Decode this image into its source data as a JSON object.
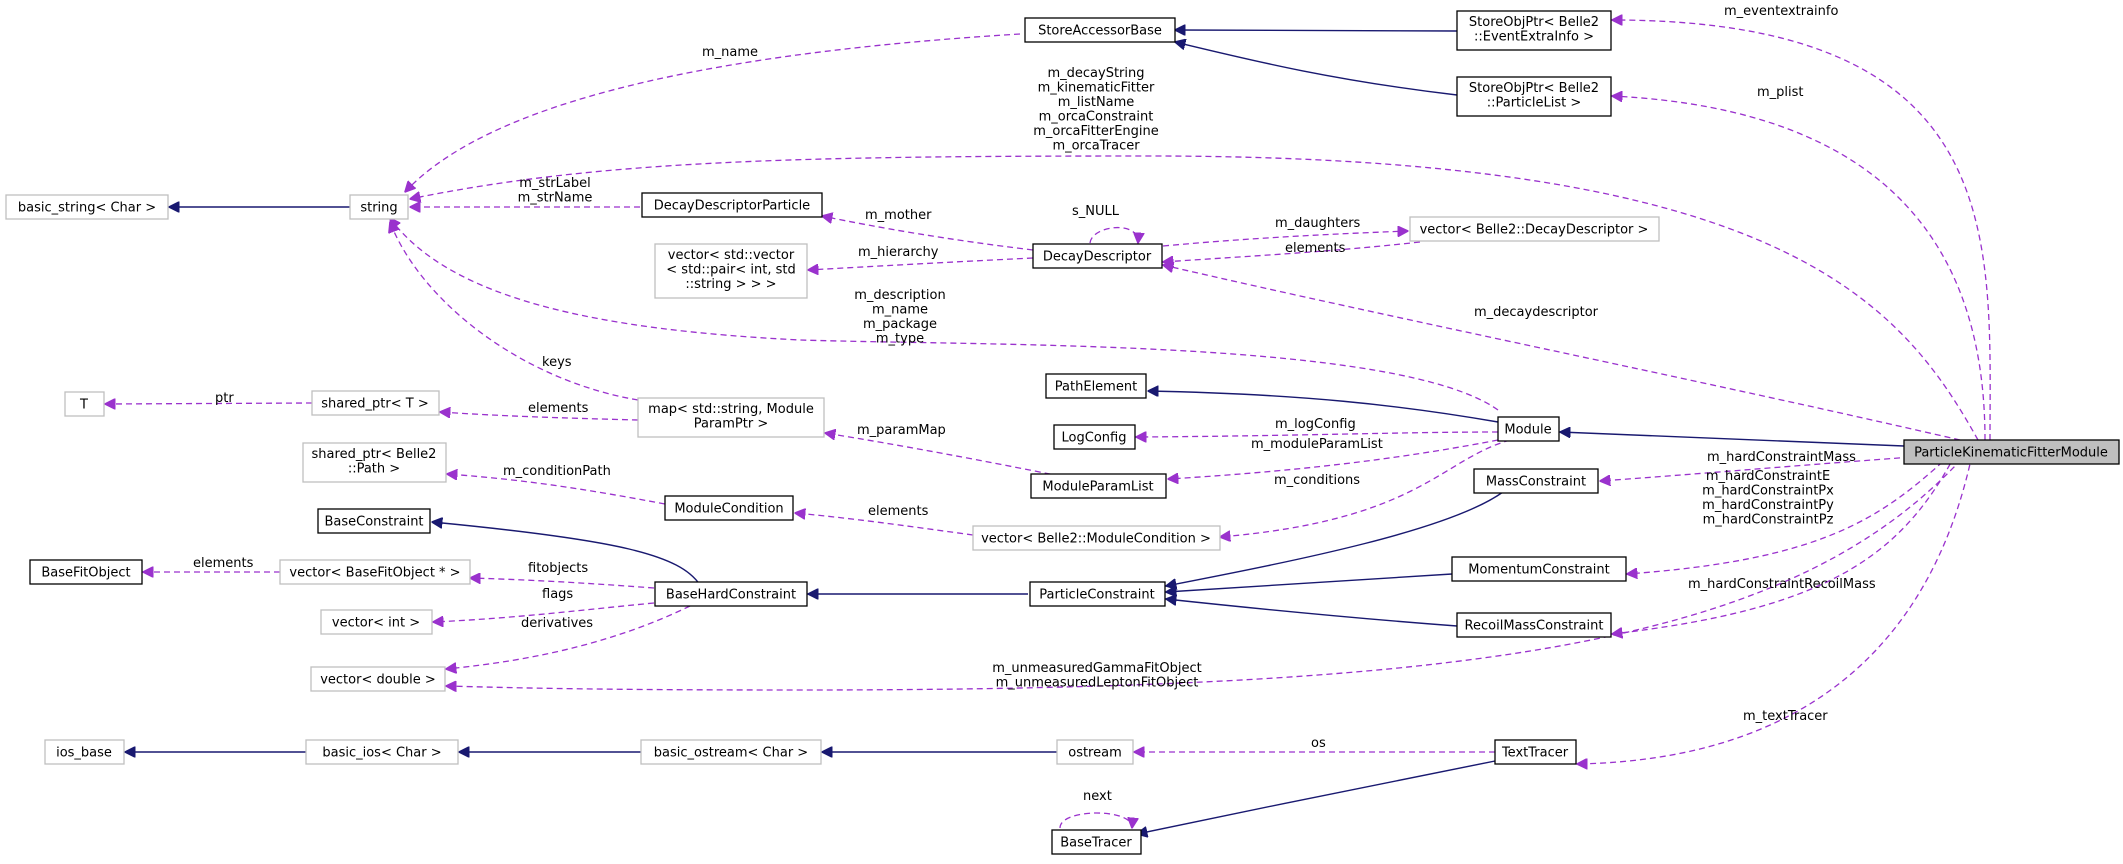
{
  "diagram": {
    "nodes": {
      "store_accessor_base": "StoreAccessorBase",
      "storeobjptr_eventextrainfo": [
        "StoreObjPtr< Belle2",
        "::EventExtraInfo >"
      ],
      "storeobjptr_particlelist": [
        "StoreObjPtr< Belle2",
        "::ParticleList >"
      ],
      "basic_string_char": "basic_string< Char >",
      "string": "string",
      "decay_descriptor_particle": "DecayDescriptorParticle",
      "vector_vector_pair": [
        "vector< std::vector",
        "< std::pair< int, std",
        "::string > > >"
      ],
      "decay_descriptor": "DecayDescriptor",
      "vector_decaydescriptor": "vector< Belle2::DecayDescriptor >",
      "t": "T",
      "shared_ptr_t": "shared_ptr< T >",
      "map_string_moduleparamptr": [
        "map< std::string, Module",
        "ParamPtr >"
      ],
      "path_element": "PathElement",
      "log_config": "LogConfig",
      "module": "Module",
      "module_param_list": "ModuleParamList",
      "shared_ptr_path": [
        "shared_ptr< Belle2",
        "::Path >"
      ],
      "module_condition": "ModuleCondition",
      "vector_modulecondition": "vector< Belle2::ModuleCondition >",
      "base_constraint": "BaseConstraint",
      "base_fit_object": "BaseFitObject",
      "vector_basefitobject": "vector< BaseFitObject * >",
      "base_hard_constraint": "BaseHardConstraint",
      "vector_int": "vector< int >",
      "vector_double": "vector< double >",
      "particle_constraint": "ParticleConstraint",
      "mass_constraint": "MassConstraint",
      "momentum_constraint": "MomentumConstraint",
      "recoil_mass_constraint": "RecoilMassConstraint",
      "particle_kinematic_fitter_module": "ParticleKinematicFitterModule",
      "ios_base": "ios_base",
      "basic_ios_char": "basic_ios< Char >",
      "basic_ostream_char": "basic_ostream< Char >",
      "ostream": "ostream",
      "text_tracer": "TextTracer",
      "base_tracer": "BaseTracer"
    },
    "edge_labels": {
      "m_eventextrainfo": "m_eventextrainfo",
      "m_plist": "m_plist",
      "m_name_string": "m_name",
      "fitter_members": [
        "m_decayString",
        "m_kinematicFitter",
        "m_listName",
        "m_orcaConstraint",
        "m_orcaFitterEngine",
        "m_orcaTracer"
      ],
      "str_members": [
        "m_strLabel",
        "m_strName"
      ],
      "m_mother": "m_mother",
      "s_null": "s_NULL",
      "m_daughters": "m_daughters",
      "elements_decay": "elements",
      "m_hierarchy": "m_hierarchy",
      "module_members": [
        "m_description",
        "m_name",
        "m_package",
        "m_type"
      ],
      "m_decaydescriptor": "m_decaydescriptor",
      "keys": "keys",
      "ptr": "ptr",
      "elements_map": "elements",
      "m_paramMap": "m_paramMap",
      "m_logConfig": "m_logConfig",
      "m_moduleParamList": "m_moduleParamList",
      "m_conditions": "m_conditions",
      "m_hardConstraintMass": "m_hardConstraintMass",
      "momentum_members": [
        "m_hardConstraintE",
        "m_hardConstraintPx",
        "m_hardConstraintPy",
        "m_hardConstraintPz"
      ],
      "m_hardConstraintRecoilMass": "m_hardConstraintRecoilMass",
      "m_conditionPath": "m_conditionPath",
      "elements_cond": "elements",
      "elements_fit": "elements",
      "fitobjects": "fitobjects",
      "flags": "flags",
      "derivatives": "derivatives",
      "fitobject_members": [
        "m_unmeasuredGammaFitObject",
        "m_unmeasuredLeptonFitObject"
      ],
      "m_textTracer": "m_textTracer",
      "os": "os",
      "next": "next"
    },
    "colors": {
      "inheritance": "#191970",
      "usage": "#9a32cd",
      "focus_fill": "#bfbfbf",
      "undocumented_border": "#bfbfbf"
    }
  }
}
